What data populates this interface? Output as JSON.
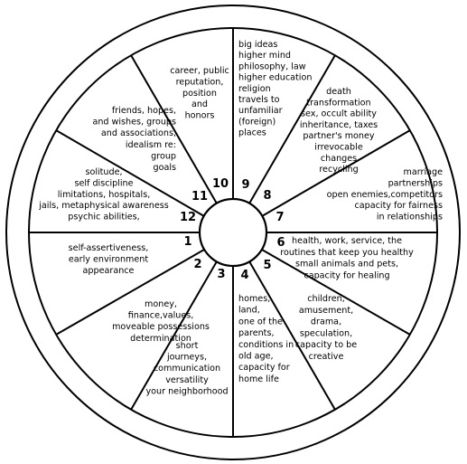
{
  "houses": [
    {
      "number": "1",
      "lines": [
        "self-assertiveness,",
        "early environment",
        "appearance"
      ]
    },
    {
      "number": "2",
      "lines": [
        "money,",
        "finance,values,",
        "moveable possessions",
        "determination"
      ]
    },
    {
      "number": "3",
      "lines": [
        "short",
        "journeys,",
        "communication",
        "versatility",
        "your neighborhood"
      ]
    },
    {
      "number": "4",
      "lines": [
        "homes,",
        "land,",
        "one of the",
        "parents,",
        "conditions in",
        "old age,",
        "capacity for",
        "home life"
      ]
    },
    {
      "number": "5",
      "lines": [
        "children,",
        "amusement,",
        "drama,",
        "speculation,",
        "capacity to be",
        "creative"
      ]
    },
    {
      "number": "6",
      "lines": [
        "health, work, service,  the",
        "routines that keep you healthy",
        "small animals and pets,",
        "capacity for healing"
      ]
    },
    {
      "number": "7",
      "lines": [
        "marriage",
        "partnerships",
        "open enemies,competitors",
        "capacity for fairness",
        "in relationships"
      ]
    },
    {
      "number": "8",
      "lines": [
        "death",
        "transformation",
        "sex, occult ability",
        "inheritance, taxes",
        "partner's money",
        "irrevocable",
        "changes",
        "recycling"
      ]
    },
    {
      "number": "9",
      "lines": [
        "big ideas",
        "higher mind",
        "philosophy, law",
        "higher education",
        "religion",
        "travels to",
        "unfamiliar",
        "(foreign)",
        "places"
      ]
    },
    {
      "number": "10",
      "lines": [
        "career, public",
        "reputation,",
        "position",
        "and",
        "honors"
      ]
    },
    {
      "number": "11",
      "lines": [
        "friends, hopes,",
        "and wishes, groups",
        "and associations,",
        "idealism re:",
        "group",
        "goals"
      ]
    },
    {
      "number": "12",
      "lines": [
        "solitude,",
        "self discipline",
        "limitations, hospitals,",
        "jails, metaphysical awareness",
        "psychic abilities,"
      ]
    }
  ]
}
